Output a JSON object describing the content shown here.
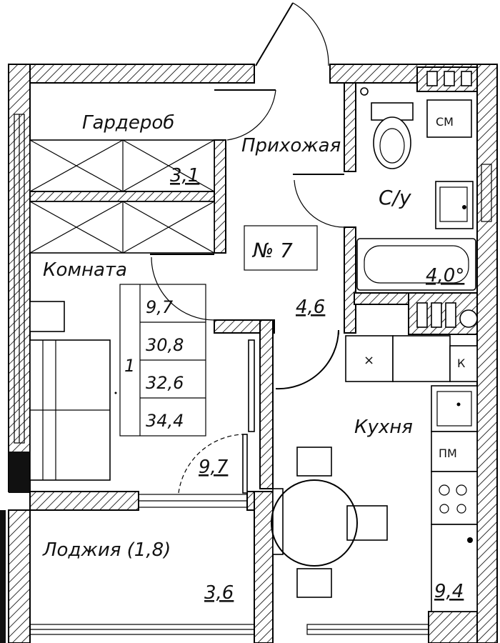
{
  "rooms": {
    "wardrobe": {
      "name": "Гардероб",
      "area": "3,1"
    },
    "hall": {
      "name": "Прихожая",
      "area": "4,6"
    },
    "bath": {
      "name": "С/у",
      "area": "4,0°"
    },
    "room": {
      "name": "Комната",
      "area": "9,7"
    },
    "kitchen": {
      "name": "Кухня",
      "area": "9,4"
    },
    "loggia": {
      "name": "Лоджия (1,8)",
      "area": "3,6"
    }
  },
  "apartment_number": "№ 7",
  "area_table": {
    "rooms_count": "1",
    "values": [
      "9,7",
      "30,8",
      "32,6",
      "34,4"
    ]
  },
  "fixtures": {
    "washer": "СМ",
    "stove_label": "ПМ",
    "stove_cross": "×",
    "boiler": "К"
  }
}
